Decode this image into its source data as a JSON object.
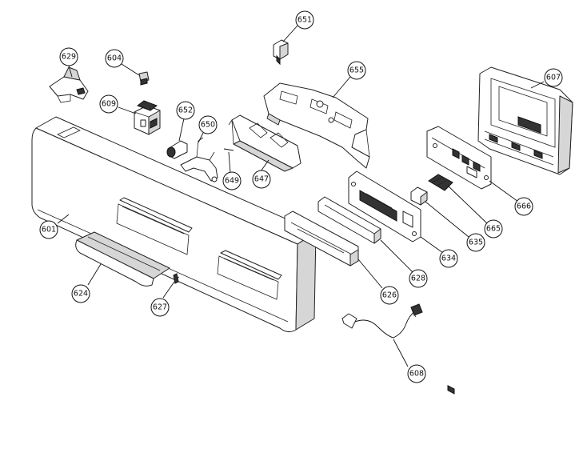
{
  "callouts": {
    "c601": "601",
    "c604": "604",
    "c607": "607",
    "c608": "608",
    "c609": "609",
    "c624": "624",
    "c626": "626",
    "c627": "627",
    "c628": "628",
    "c629": "629",
    "c634": "634",
    "c635": "635",
    "c647": "647",
    "c649": "649",
    "c650": "650",
    "c651": "651",
    "c652": "652",
    "c655": "655",
    "c665": "665",
    "c666": "666"
  }
}
